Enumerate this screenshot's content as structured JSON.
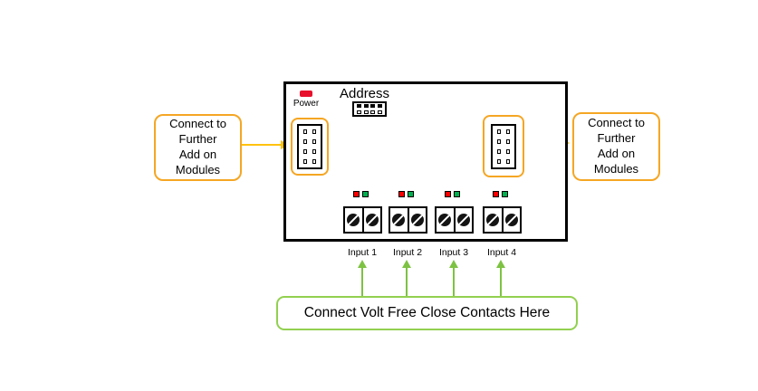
{
  "board": {
    "power_label": "Power",
    "address_label": "Address"
  },
  "notes": {
    "left": "Connect to\nFurther\nAdd on\nModules",
    "right": "Connect to\nFurther\nAdd on\nModules",
    "bottom": "Connect Volt Free Close Contacts Here"
  },
  "inputs": [
    {
      "label": "Input 1"
    },
    {
      "label": "Input 2"
    },
    {
      "label": "Input 3"
    },
    {
      "label": "Input 4"
    }
  ],
  "icons": {
    "power_led": "power-led",
    "dip_switch": "address-dip-switch",
    "connectors": "pin-header-connector",
    "terminals": "screw-terminal",
    "status_leds": "red-green-led-pair",
    "side_arrows": "arrow-right",
    "bottom_arrows": "arrow-up"
  },
  "colors": {
    "accent_orange": "#F5A623",
    "arrow_yellow": "#FFC20E",
    "accent_green": "#92D050",
    "arrow_green": "#7DC242",
    "led_red": "#FF0000",
    "led_green": "#00B050",
    "power_led_red": "#E8112D",
    "board_border": "#000000",
    "background": "#FFFFFF"
  }
}
